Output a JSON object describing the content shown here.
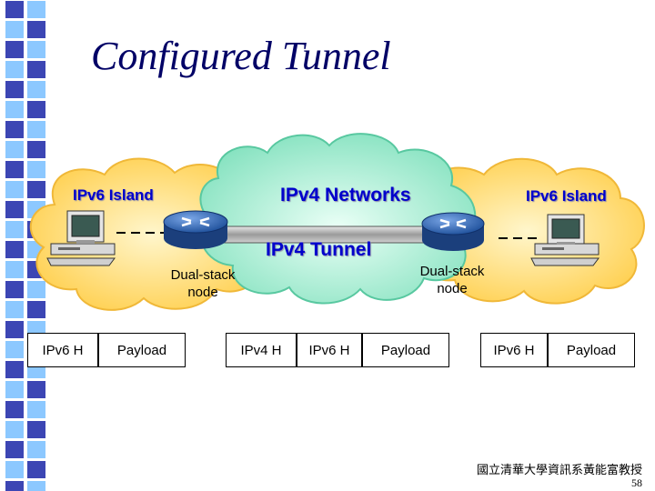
{
  "title": "Configured Tunnel",
  "left_island_label": "IPv6 Island",
  "center_network_label": "IPv4 Networks",
  "right_island_label": "IPv6 Island",
  "tunnel_label": "IPv4 Tunnel",
  "left_node_label": [
    "Dual-stack",
    "node"
  ],
  "right_node_label": [
    "Dual-stack",
    "node"
  ],
  "packets": {
    "left": [
      "IPv6 H",
      "Payload"
    ],
    "middle": [
      "IPv4 H",
      "IPv6 H",
      "Payload"
    ],
    "right": [
      "IPv6 H",
      "Payload"
    ]
  },
  "footer_text": "國立清華大學資訊系黃能富教授",
  "page_number": "58",
  "colors": {
    "title": "#000066",
    "label": "#0000cc",
    "island_fill": "#ffd766",
    "network_fill": "#a8ecd4",
    "stripe_blue": "#3c46b4",
    "stripe_cyan": "#8cc8ff"
  }
}
